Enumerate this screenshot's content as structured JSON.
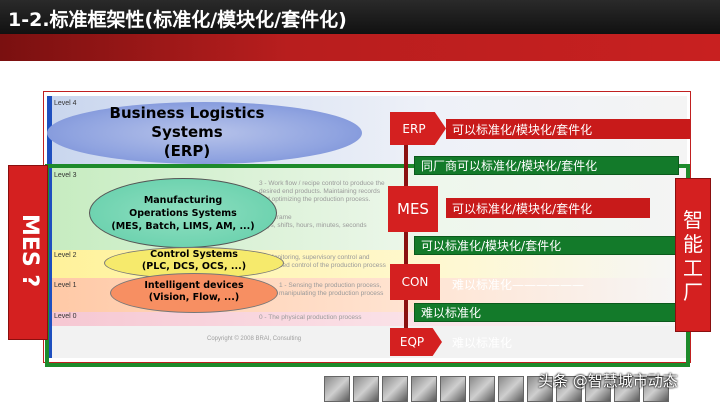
{
  "header": {
    "title": "1-2.标准框架性(标准化/模块化/套件化)"
  },
  "diagram": {
    "levels": [
      "Level 4",
      "Level 3",
      "Level 2",
      "Level 1",
      "Level 0"
    ],
    "erp_text": "Business Logistics\nSystems\n(ERP)",
    "mes_text": "Manufacturing\nOperations Systems\n(MES, Batch, LIMS, AM, ...)",
    "control_text": "Control Systems\n(PLC, DCS, OCS, ...)",
    "devices_text": "Intelligent devices\n(Vision, Flow, ...)",
    "faint_desc": {
      "l3": "3 - Work flow / recipe control to produce the desired end products. Maintaining records and optimizing the production process.",
      "l3b": "Time frame\nDays, shifts, hours, minutes, seconds",
      "l2": "2 - Monitoring, supervisory control and automated control of the production process",
      "l1": "1 - Sensing the production process, manipulating the production process",
      "l0": "0 - The physical production process"
    },
    "copyright": "Copyright © 2008 BRAI, Consulting"
  },
  "tags": {
    "erp": "ERP",
    "mes": "MES",
    "con": "CON",
    "eqp": "EQP"
  },
  "statements": {
    "erp": "可以标准化/模块化/套件化",
    "same_vendor": "同厂商可以标准化/模块化/套件化",
    "mes": "可以标准化/模块化/套件化",
    "control": "可以标准化/模块化/套件化",
    "con": "难以标准化——————",
    "device": "难以标准化",
    "eqp": "难以标准化"
  },
  "side": {
    "mes_question": "MES ?",
    "smart_factory": "智能工厂"
  },
  "watermark": "头条 @智慧城市动态",
  "colors": {
    "red": "#d42020",
    "green": "#137a2a",
    "header_bg": "#111111"
  }
}
